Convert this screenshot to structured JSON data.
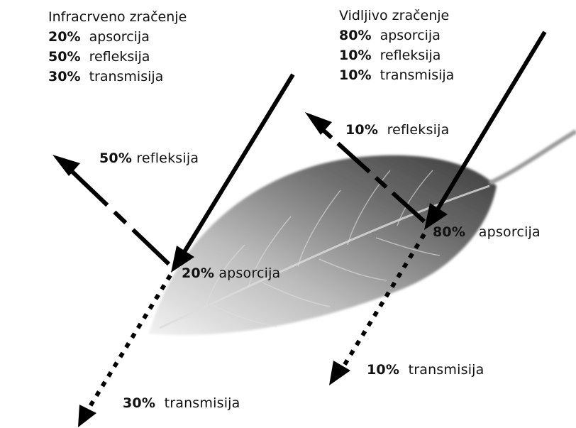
{
  "infrared": {
    "title": "Infracrveno zračenje",
    "lines": [
      {
        "pct": "20%",
        "label": "apsorcija"
      },
      {
        "pct": "50%",
        "label": "refleksija"
      },
      {
        "pct": "30%",
        "label": "transmisija"
      }
    ],
    "arrow_reflection": {
      "pct": "50%",
      "label": "refleksija"
    },
    "arrow_absorption": {
      "pct": "20%",
      "label": "apsorcija"
    },
    "arrow_transmission": {
      "pct": "30%",
      "label": "transmisija"
    }
  },
  "visible": {
    "title": "Vidljivo zračenje",
    "lines": [
      {
        "pct": "80%",
        "label": "apsorcija"
      },
      {
        "pct": "10%",
        "label": "refleksija"
      },
      {
        "pct": "10%",
        "label": "transmisija"
      }
    ],
    "arrow_reflection": {
      "pct": "10%",
      "label": "refleksija"
    },
    "arrow_absorption": {
      "pct": "80%",
      "label": "apsorcija"
    },
    "arrow_transmission": {
      "pct": "10%",
      "label": "transmisija"
    }
  }
}
